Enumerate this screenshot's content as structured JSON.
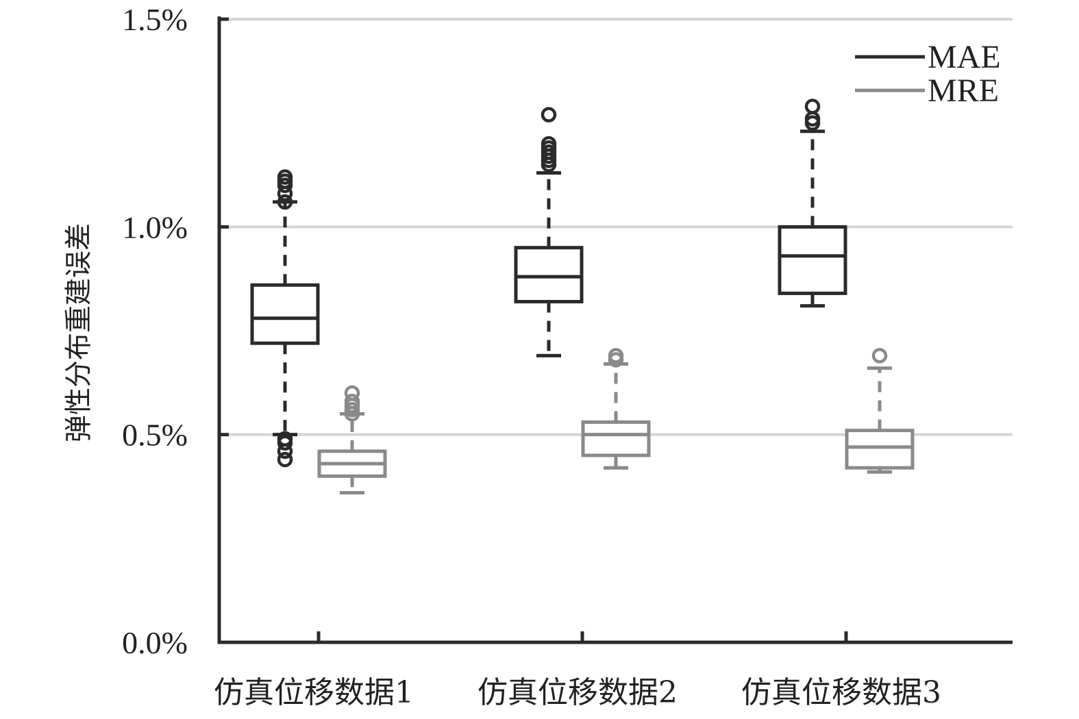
{
  "chart_data": {
    "type": "box",
    "ylabel": "弹性分布重建误差",
    "xlabel": "",
    "ylim": [
      0.0,
      1.5
    ],
    "yticks": [
      "0.0%",
      "0.5%",
      "1.0%",
      "1.5%"
    ],
    "grid": true,
    "legend_position": "top-right",
    "categories": [
      "仿真位移数据1",
      "仿真位移数据2",
      "仿真位移数据3"
    ],
    "series": [
      {
        "name": "MAE",
        "color": "#2b2b2b",
        "boxes": [
          {
            "whisker_low": 0.5,
            "q1": 0.72,
            "median": 0.78,
            "q3": 0.86,
            "whisker_high": 1.06,
            "outliers": [
              0.44,
              0.46,
              0.48,
              0.49,
              1.06,
              1.08,
              1.1,
              1.11,
              1.12
            ]
          },
          {
            "whisker_low": 0.69,
            "q1": 0.82,
            "median": 0.88,
            "q3": 0.95,
            "whisker_high": 1.13,
            "outliers": [
              1.15,
              1.16,
              1.17,
              1.18,
              1.19,
              1.2,
              1.27
            ]
          },
          {
            "whisker_low": 0.81,
            "q1": 0.84,
            "median": 0.93,
            "q3": 1.0,
            "whisker_high": 1.23,
            "outliers": [
              1.25,
              1.26,
              1.29
            ]
          }
        ]
      },
      {
        "name": "MRE",
        "color": "#8a8a8a",
        "boxes": [
          {
            "whisker_low": 0.36,
            "q1": 0.4,
            "median": 0.43,
            "q3": 0.46,
            "whisker_high": 0.55,
            "outliers": [
              0.55,
              0.56,
              0.57,
              0.58,
              0.6
            ]
          },
          {
            "whisker_low": 0.42,
            "q1": 0.45,
            "median": 0.5,
            "q3": 0.53,
            "whisker_high": 0.67,
            "outliers": [
              0.68,
              0.69
            ]
          },
          {
            "whisker_low": 0.41,
            "q1": 0.42,
            "median": 0.47,
            "q3": 0.51,
            "whisker_high": 0.66,
            "outliers": [
              0.69
            ]
          }
        ]
      }
    ]
  }
}
